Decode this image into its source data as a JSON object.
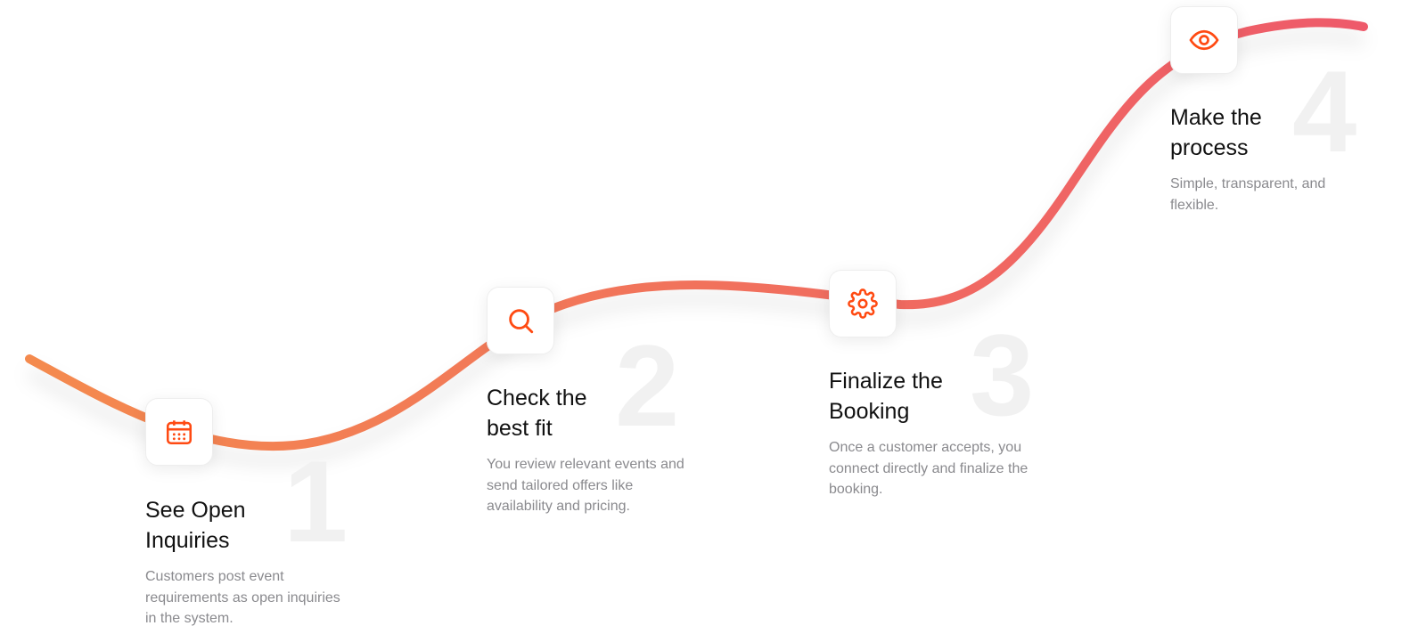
{
  "colors": {
    "curve_start": "#F48A4E",
    "curve_end": "#EE5A6A",
    "icon": "#FF4A12"
  },
  "steps": [
    {
      "number": "1",
      "icon": "calendar-icon",
      "title_line1": "See Open",
      "title_line2": "Inquiries",
      "description": "Customers post event requirements as open inquiries in the system."
    },
    {
      "number": "2",
      "icon": "search-icon",
      "title_line1": "Check the",
      "title_line2": "best fit",
      "description": "You review relevant events and send tailored offers like availability and pricing."
    },
    {
      "number": "3",
      "icon": "gear-icon",
      "title_line1": "Finalize the",
      "title_line2": "Booking",
      "description": "Once a customer accepts, you connect directly and finalize the booking."
    },
    {
      "number": "4",
      "icon": "eye-icon",
      "title_line1": "Make the",
      "title_line2": "process",
      "description": "Simple, transparent, and flexible."
    }
  ]
}
